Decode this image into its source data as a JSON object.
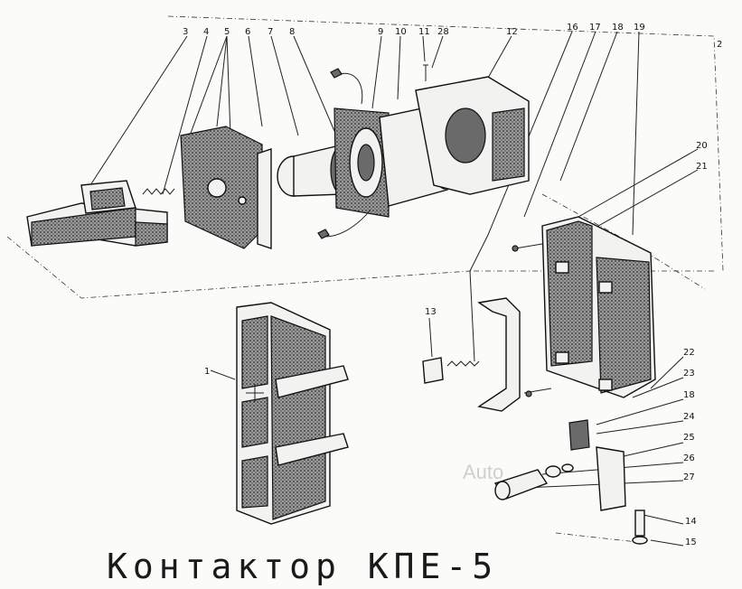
{
  "diagram": {
    "title": "Контактор КПЕ-5",
    "watermark": "Auto",
    "callouts": [
      {
        "id": "1",
        "label": "1"
      },
      {
        "id": "2",
        "label": "2"
      },
      {
        "id": "3",
        "label": "3"
      },
      {
        "id": "4",
        "label": "4"
      },
      {
        "id": "5",
        "label": "5"
      },
      {
        "id": "6",
        "label": "6"
      },
      {
        "id": "7",
        "label": "7"
      },
      {
        "id": "8",
        "label": "8"
      },
      {
        "id": "9",
        "label": "9"
      },
      {
        "id": "10",
        "label": "10"
      },
      {
        "id": "11",
        "label": "11"
      },
      {
        "id": "28",
        "label": "28"
      },
      {
        "id": "12",
        "label": "12"
      },
      {
        "id": "13",
        "label": "13"
      },
      {
        "id": "14",
        "label": "14"
      },
      {
        "id": "15",
        "label": "15"
      },
      {
        "id": "16",
        "label": "16"
      },
      {
        "id": "17",
        "label": "17"
      },
      {
        "id": "18a",
        "label": "18"
      },
      {
        "id": "18b",
        "label": "18"
      },
      {
        "id": "19",
        "label": "19"
      },
      {
        "id": "20",
        "label": "20"
      },
      {
        "id": "21",
        "label": "21"
      },
      {
        "id": "22",
        "label": "22"
      },
      {
        "id": "23",
        "label": "23"
      },
      {
        "id": "24",
        "label": "24"
      },
      {
        "id": "25",
        "label": "25"
      },
      {
        "id": "26",
        "label": "26"
      },
      {
        "id": "27",
        "label": "27"
      }
    ]
  }
}
